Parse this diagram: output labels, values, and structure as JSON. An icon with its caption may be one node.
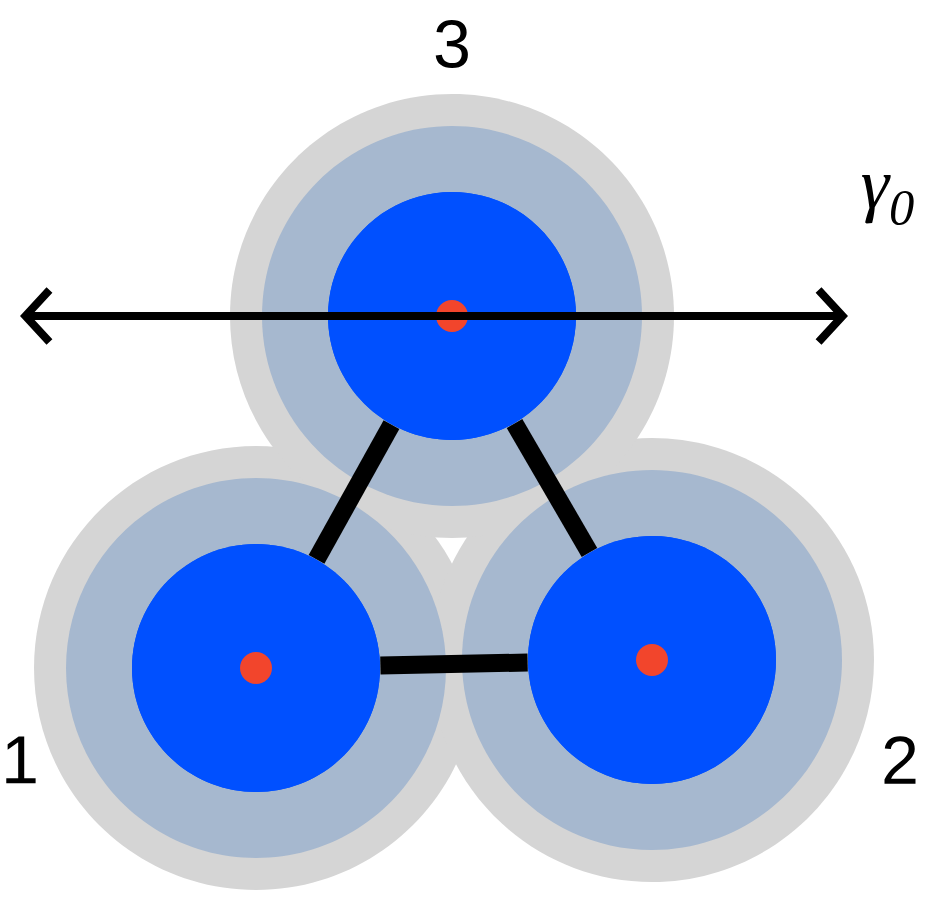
{
  "diagram": {
    "nodes": [
      {
        "text": [],
        "shape": "circle",
        "beside": [
          "1"
        ]
      },
      {
        "text": [],
        "shape": "circle",
        "beside": [
          "2"
        ]
      },
      {
        "text": [],
        "shape": "circle",
        "beside": [
          "3"
        ]
      }
    ],
    "edges": [
      {
        "from": 0,
        "to": 1,
        "arrow": "none"
      },
      {
        "from": 1,
        "to": 2,
        "arrow": "none"
      },
      {
        "from": 2,
        "to": 0,
        "arrow": "none"
      }
    ],
    "labels": [
      "γ$_{0}$"
    ]
  }
}
